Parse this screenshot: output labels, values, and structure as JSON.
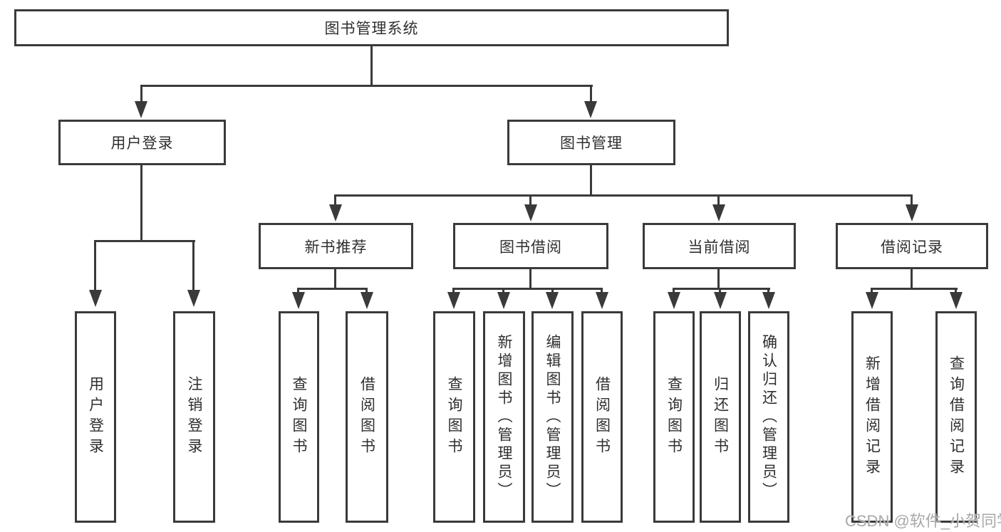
{
  "diagram": {
    "root": {
      "label": "图书管理系统"
    },
    "user_login": {
      "label": "用户登录",
      "children": [
        {
          "label": "用户登录"
        },
        {
          "label": "注销登录"
        }
      ]
    },
    "book_mgmt": {
      "label": "图书管理"
    },
    "new_book": {
      "label": "新书推荐",
      "children": [
        {
          "label": "查询图书"
        },
        {
          "label": "借阅图书"
        }
      ]
    },
    "book_borrow": {
      "label": "图书借阅",
      "children": [
        {
          "label": "查询图书"
        },
        {
          "label": "新增图书（管理员）"
        },
        {
          "label": "编辑图书（管理员）"
        },
        {
          "label": "借阅图书"
        }
      ]
    },
    "current_borrow": {
      "label": "当前借阅",
      "children": [
        {
          "label": "查询图书"
        },
        {
          "label": "归还图书"
        },
        {
          "label": "确认归还（管理员）"
        }
      ]
    },
    "borrow_records": {
      "label": "借阅记录",
      "children": [
        {
          "label": "新增借阅记录"
        },
        {
          "label": "查询借阅记录"
        }
      ]
    }
  },
  "watermark": {
    "text": "CSDN @软件_小贺同学"
  },
  "colors": {
    "line": "#3a3a3a",
    "box_bg": "#ffffff",
    "text": "#2f2f2f",
    "watermark": "#a8a8a8",
    "page_bg": "#ffffff"
  }
}
